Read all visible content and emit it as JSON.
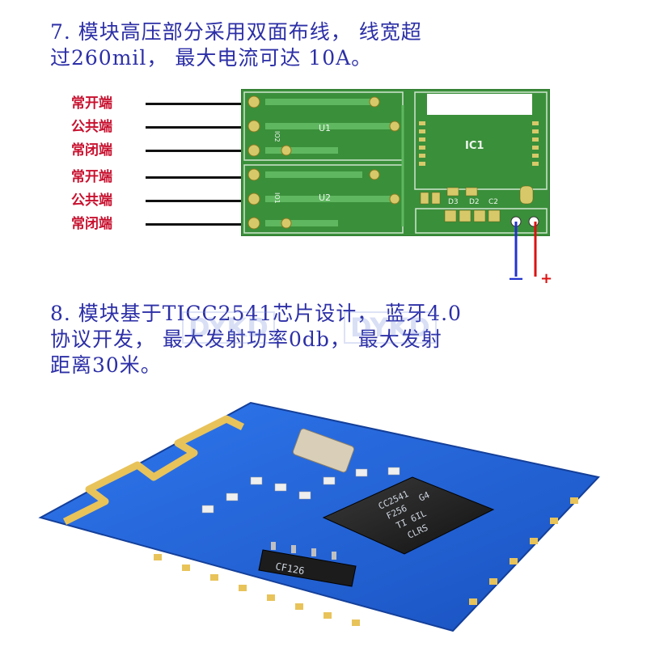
{
  "section7": {
    "text": "7. 模块高压部分采用双面布线， 线宽超\n过260mil， 最大电流可达 10A。"
  },
  "relay_diagram": {
    "pins": [
      {
        "label": "常开端"
      },
      {
        "label": "公共端"
      },
      {
        "label": "常闭端"
      },
      {
        "label": "常开端"
      },
      {
        "label": "公共端"
      },
      {
        "label": "常闭端"
      }
    ],
    "board_labels": {
      "u1": "U1",
      "u2": "U2",
      "ic1": "IC1",
      "io2": "IO2",
      "io1": "IO1",
      "d3": "D3",
      "d2": "D2",
      "c2": "C2"
    },
    "wires": {
      "negative": "—",
      "positive": "+"
    },
    "colors": {
      "pcb": "#3a8f3a",
      "pin_label": "#c8102e",
      "wire_neg": "#2233cc",
      "wire_pos": "#dd1111"
    }
  },
  "section8": {
    "text": "8. 模块基于TICC2541芯片设计， 蓝牙4.0\n协议开发， 最大发射功率0db， 最大发射\n距离30米。"
  },
  "watermarks": [
    "DYKD",
    "DYKD"
  ],
  "module_photo": {
    "chip_marking": [
      "CC2541",
      "F256",
      "TI 6IL",
      "CLRS",
      "G4"
    ],
    "part_marking": "CF126",
    "colors": {
      "pcb": "#1f5fd6",
      "gold": "#e8c35a"
    }
  }
}
